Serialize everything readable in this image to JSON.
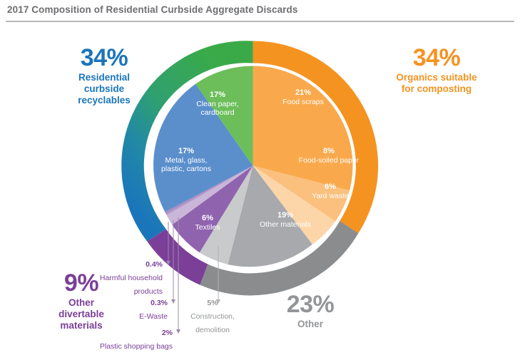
{
  "header": {
    "title": "2017 Composition of Residential Curbside Aggregate Discards"
  },
  "chart_data": {
    "type": "pie",
    "title": "2017 Composition of Residential Curbside Aggregate Discards",
    "xlabel": "",
    "ylabel": "",
    "units": "percent",
    "total": 100,
    "groups": [
      {
        "key": "recyclables",
        "value_label": "34%",
        "value": 34,
        "name": "Residential curbside recyclables",
        "name_line1": "Residential",
        "name_line2": "curbside",
        "name_line3": "recyclables",
        "color": "#1B75BB"
      },
      {
        "key": "organics",
        "value_label": "34%",
        "value": 34,
        "name": "Organics suitable for composting",
        "name_line1": "Organics suitable",
        "name_line2": "for composting",
        "color": "#F59321"
      },
      {
        "key": "divertable",
        "value_label": "9%",
        "value": 9,
        "name": "Other divertable materials",
        "name_line1": "Other",
        "name_line2": "divertable",
        "name_line3": "materials",
        "color": "#7B3F98"
      },
      {
        "key": "other",
        "value_label": "23%",
        "value": 23,
        "name": "Other",
        "name_line1": "Other",
        "color": "#939598"
      }
    ],
    "categories": [
      "Food scraps",
      "Food-soiled paper",
      "Yard waste",
      "Other materials",
      "Construction, demolition",
      "Plastic shopping bags",
      "E-Waste",
      "Harmful household products",
      "Textiles",
      "Metal, glass, plastic, cartons",
      "Clean paper, cardboard"
    ],
    "values": [
      21,
      8,
      6,
      19,
      5,
      2,
      0.3,
      0.4,
      6,
      17,
      17
    ],
    "slices": [
      {
        "key": "food-scraps",
        "pct_label": "21%",
        "value": 21,
        "name": "Food scraps",
        "name_line1": "Food scraps",
        "color": "#F9A94C",
        "group": "organics"
      },
      {
        "key": "food-soiled-paper",
        "pct_label": "8%",
        "value": 8,
        "name": "Food-soiled paper",
        "name_line1": "Food-soiled paper",
        "color": "#FBC07E",
        "group": "organics"
      },
      {
        "key": "yard-waste",
        "pct_label": "6%",
        "value": 6,
        "name": "Yard waste",
        "name_line1": "Yard waste",
        "color": "#FCD5A8",
        "group": "organics"
      },
      {
        "key": "other-materials",
        "pct_label": "19%",
        "value": 19,
        "name": "Other materials",
        "name_line1": "Other materials",
        "color": "#A7A9AC",
        "group": "other"
      },
      {
        "key": "construction-demolition",
        "pct_label": "5%",
        "value": 5,
        "name": "Construction, demolition",
        "name_line1": "Construction,",
        "name_line2": "demolition",
        "color": "#C9CACC",
        "group": "other"
      },
      {
        "key": "plastic-shopping-bags",
        "pct_label": "2%",
        "value": 2,
        "name": "Plastic shopping bags",
        "name_line1": "Plastic shopping bags",
        "color": "#C9B6D8",
        "group": "divertable"
      },
      {
        "key": "e-waste",
        "pct_label": "0.3%",
        "value": 0.3,
        "name": "E-Waste",
        "name_line1": "E-Waste",
        "color": "#B49BCB",
        "group": "divertable"
      },
      {
        "key": "harmful-household-products",
        "pct_label": "0.4%",
        "value": 0.4,
        "name": "Harmful household products",
        "name_line1": "Harmful household",
        "name_line2": "products",
        "color": "#A98BC2",
        "group": "divertable"
      },
      {
        "key": "textiles",
        "pct_label": "6%",
        "value": 6,
        "name": "Textiles",
        "name_line1": "Textiles",
        "color": "#9063AE",
        "group": "divertable"
      },
      {
        "key": "metal-glass-plastic-cartons",
        "pct_label": "17%",
        "value": 17,
        "name": "Metal, glass, plastic, cartons",
        "name_line1": "Metal, glass,",
        "name_line2": "plastic, cartons",
        "color": "#5B8FCC",
        "group": "recyclables"
      },
      {
        "key": "clean-paper-cardboard",
        "pct_label": "17%",
        "value": 17,
        "name": "Clean paper, cardboard",
        "name_line1": "Clean paper,",
        "name_line2": "cardboard",
        "color": "#6CBE5B",
        "group": "recyclables"
      }
    ],
    "ring_colors": {
      "organics": "#F59321",
      "other": "#8A8C8E",
      "divertable": "#7B3F98",
      "recyclables_start": "#3AAA48",
      "recyclables_mid": "#2C9C8E",
      "recyclables_end": "#1B75BB"
    }
  }
}
